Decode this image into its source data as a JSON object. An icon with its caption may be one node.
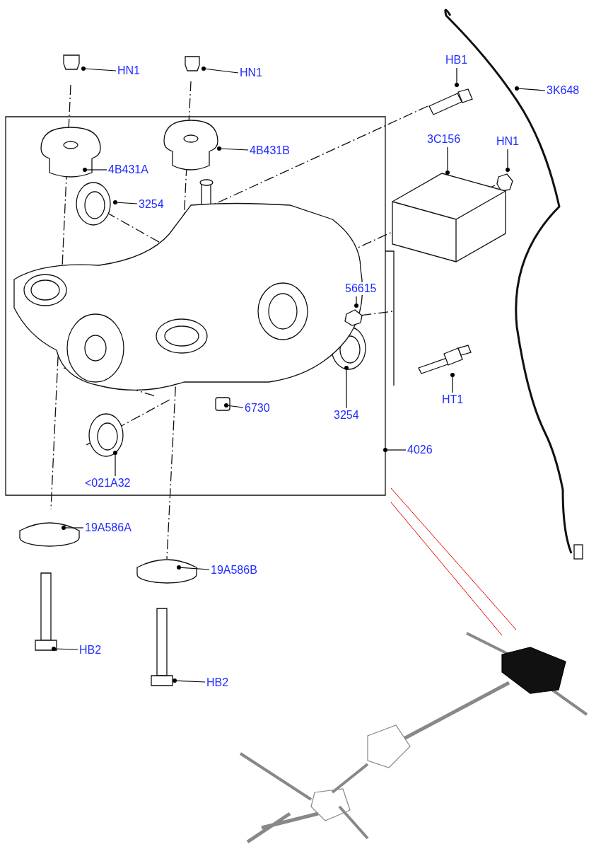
{
  "diagram": {
    "nodes": [
      {
        "text": [
          "HN1"
        ]
      },
      {
        "text": [
          "HN1"
        ]
      },
      {
        "text": [
          "HB1"
        ]
      },
      {
        "text": [
          "3K648"
        ]
      },
      {
        "text": [
          "4B431A"
        ]
      },
      {
        "text": [
          "4B431B"
        ]
      },
      {
        "text": [
          "3C156"
        ]
      },
      {
        "text": [
          "HN1"
        ]
      },
      {
        "text": [
          "3254"
        ]
      },
      {
        "text": [
          "56615"
        ]
      },
      {
        "text": [
          "3254"
        ]
      },
      {
        "text": [
          "6730"
        ]
      },
      {
        "text": [
          "HT1"
        ]
      },
      {
        "text": [
          "4026"
        ]
      },
      {
        "text": [
          "<021A32"
        ]
      },
      {
        "text": [
          "19A586A"
        ]
      },
      {
        "text": [
          "19A586B"
        ]
      },
      {
        "text": [
          "HB2"
        ]
      },
      {
        "text": [
          "HB2"
        ]
      }
    ],
    "edges": [
      {
        "from": 0,
        "to": null,
        "arrow": "other"
      },
      {
        "from": 1,
        "to": null,
        "arrow": "other"
      },
      {
        "from": 2,
        "to": null,
        "arrow": "other"
      },
      {
        "from": 3,
        "to": null,
        "arrow": "other"
      },
      {
        "from": 4,
        "to": null,
        "arrow": "other"
      },
      {
        "from": 5,
        "to": null,
        "arrow": "other"
      },
      {
        "from": 6,
        "to": null,
        "arrow": "other"
      },
      {
        "from": 7,
        "to": null,
        "arrow": "other"
      },
      {
        "from": 8,
        "to": null,
        "arrow": "other"
      },
      {
        "from": 9,
        "to": null,
        "arrow": "other"
      },
      {
        "from": 10,
        "to": null,
        "arrow": "other"
      },
      {
        "from": 11,
        "to": null,
        "arrow": "other"
      },
      {
        "from": 12,
        "to": null,
        "arrow": "other"
      },
      {
        "from": 13,
        "to": null,
        "arrow": "other"
      },
      {
        "from": 14,
        "to": null,
        "arrow": "other"
      },
      {
        "from": 15,
        "to": null,
        "arrow": "other"
      },
      {
        "from": 16,
        "to": null,
        "arrow": "other"
      },
      {
        "from": 17,
        "to": null,
        "arrow": "other"
      },
      {
        "from": 18,
        "to": null,
        "arrow": "other"
      }
    ]
  }
}
